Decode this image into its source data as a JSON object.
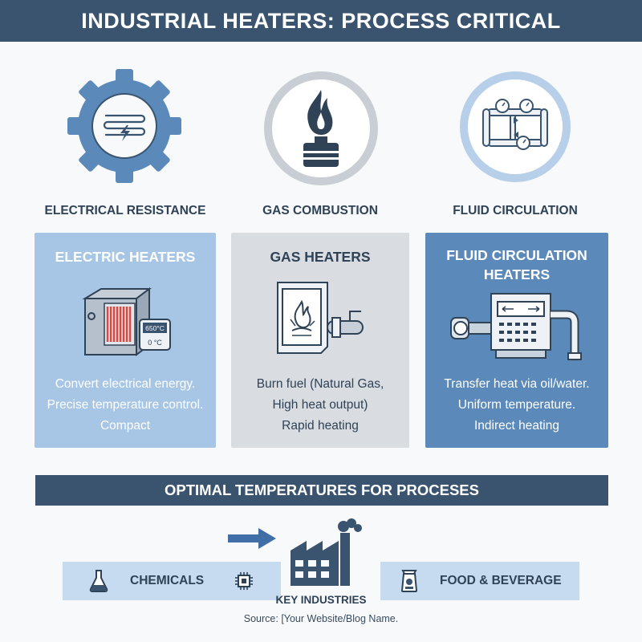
{
  "title": "INDUSTRIAL HEATERS: PROCESS CRITICAL",
  "types": [
    {
      "label": "ELECTRICAL RESISTANCE",
      "icon": "gear-resistance-icon"
    },
    {
      "label": "GAS COMBUSTION",
      "icon": "gas-flame-icon"
    },
    {
      "label": "FLUID CIRCULATION",
      "icon": "fluid-pipes-icon"
    }
  ],
  "panels": [
    {
      "title_lines": [
        "ELECTRIC HEATERS"
      ],
      "desc": [
        "Convert electrical energy.",
        "Precise temperature control.",
        "Compact"
      ],
      "display_reading": "650°C",
      "unit_label": "0 °C"
    },
    {
      "title_lines": [
        "GAS HEATERS"
      ],
      "desc": [
        "Burn fuel (Natural Gas,",
        "High heat output)",
        "Rapid heating"
      ]
    },
    {
      "title_lines": [
        "FLUID CIRCULATION",
        "HEATERS"
      ],
      "desc": [
        "Transfer heat via oil/water.",
        "Uniform temperature.",
        "Indirect heating"
      ]
    }
  ],
  "optimal_bar": "OPTIMAL TEMPERATURES FOR PROCESES",
  "industries": {
    "left_label": "CHEMICALS",
    "right_label": "FOOD & BEVERAGE",
    "center_label": "KEY INDUSTRIES"
  },
  "source": "Source: [Your Website/Blog Name.",
  "colors": {
    "dark_navy": "#3a5470",
    "mid_blue": "#5b89b9",
    "light_blue_panel": "#a7c6e6",
    "gray_panel": "#d9dde2",
    "light_box": "#c6dbef"
  }
}
